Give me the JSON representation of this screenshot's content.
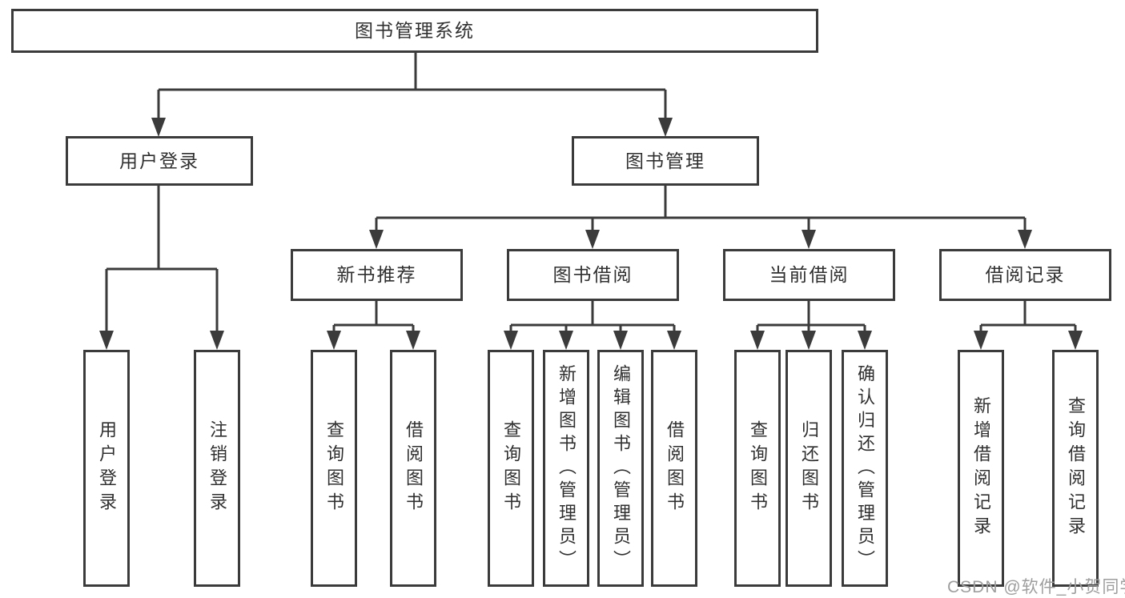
{
  "colors": {
    "line": "#3b3b3b",
    "text": "#303030",
    "watermark_gray": "#9e9e9e",
    "background": "#ffffff"
  },
  "tree": {
    "root": {
      "label": "图书管理系统"
    },
    "level2": [
      {
        "label": "用户登录"
      },
      {
        "label": "图书管理"
      }
    ],
    "level3": [
      {
        "label": "新书推荐"
      },
      {
        "label": "图书借阅"
      },
      {
        "label": "当前借阅"
      },
      {
        "label": "借阅记录"
      }
    ],
    "leafGroups": [
      {
        "parent": "用户登录",
        "leaves": [
          "用户登录",
          "注销登录"
        ]
      },
      {
        "parent": "新书推荐",
        "leaves": [
          "查询图书",
          "借阅图书"
        ]
      },
      {
        "parent": "图书借阅",
        "leaves": [
          "查询图书",
          "新增图书（管理员）",
          "编辑图书（管理员）",
          "借阅图书"
        ]
      },
      {
        "parent": "当前借阅",
        "leaves": [
          "查询图书",
          "归还图书",
          "确认归还（管理员）"
        ]
      },
      {
        "parent": "借阅记录",
        "leaves": [
          "新增借阅记录",
          "查询借阅记录"
        ]
      }
    ]
  },
  "watermark": {
    "text": "CSDN @软件_小贺同学"
  }
}
